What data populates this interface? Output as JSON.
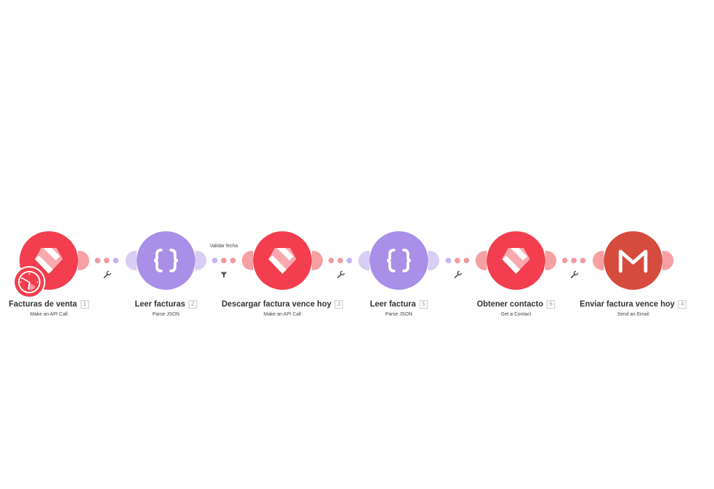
{
  "scenario": {
    "filter_label": "Validar fecha",
    "modules": [
      {
        "title": "Facturas de venta",
        "id": "1",
        "action": "Make an API Call",
        "app_icon": "holded-icon"
      },
      {
        "title": "Leer facturas",
        "id": "2",
        "action": "Parse JSON",
        "app_icon": "json-icon"
      },
      {
        "title": "Descargar factura vence hoy",
        "id": "3",
        "action": "Make an API Call",
        "app_icon": "holded-icon"
      },
      {
        "title": "Leer factura",
        "id": "5",
        "action": "Parse JSON",
        "app_icon": "json-icon"
      },
      {
        "title": "Obtener contacto",
        "id": "6",
        "action": "Get a Contact",
        "app_icon": "holded-icon"
      },
      {
        "title": "Enviar factura vence hoy",
        "id": "4",
        "action": "Send an Email",
        "app_icon": "gmail-icon"
      }
    ],
    "colors": {
      "holded": "#f23e4f",
      "json": "#a98fe8",
      "gmail": "#d54b3d"
    },
    "trigger_icon": "schedule-clock-icon",
    "route_icons": [
      "wrench-icon",
      "filter-icon",
      "wrench-icon",
      "wrench-icon",
      "wrench-icon"
    ]
  }
}
